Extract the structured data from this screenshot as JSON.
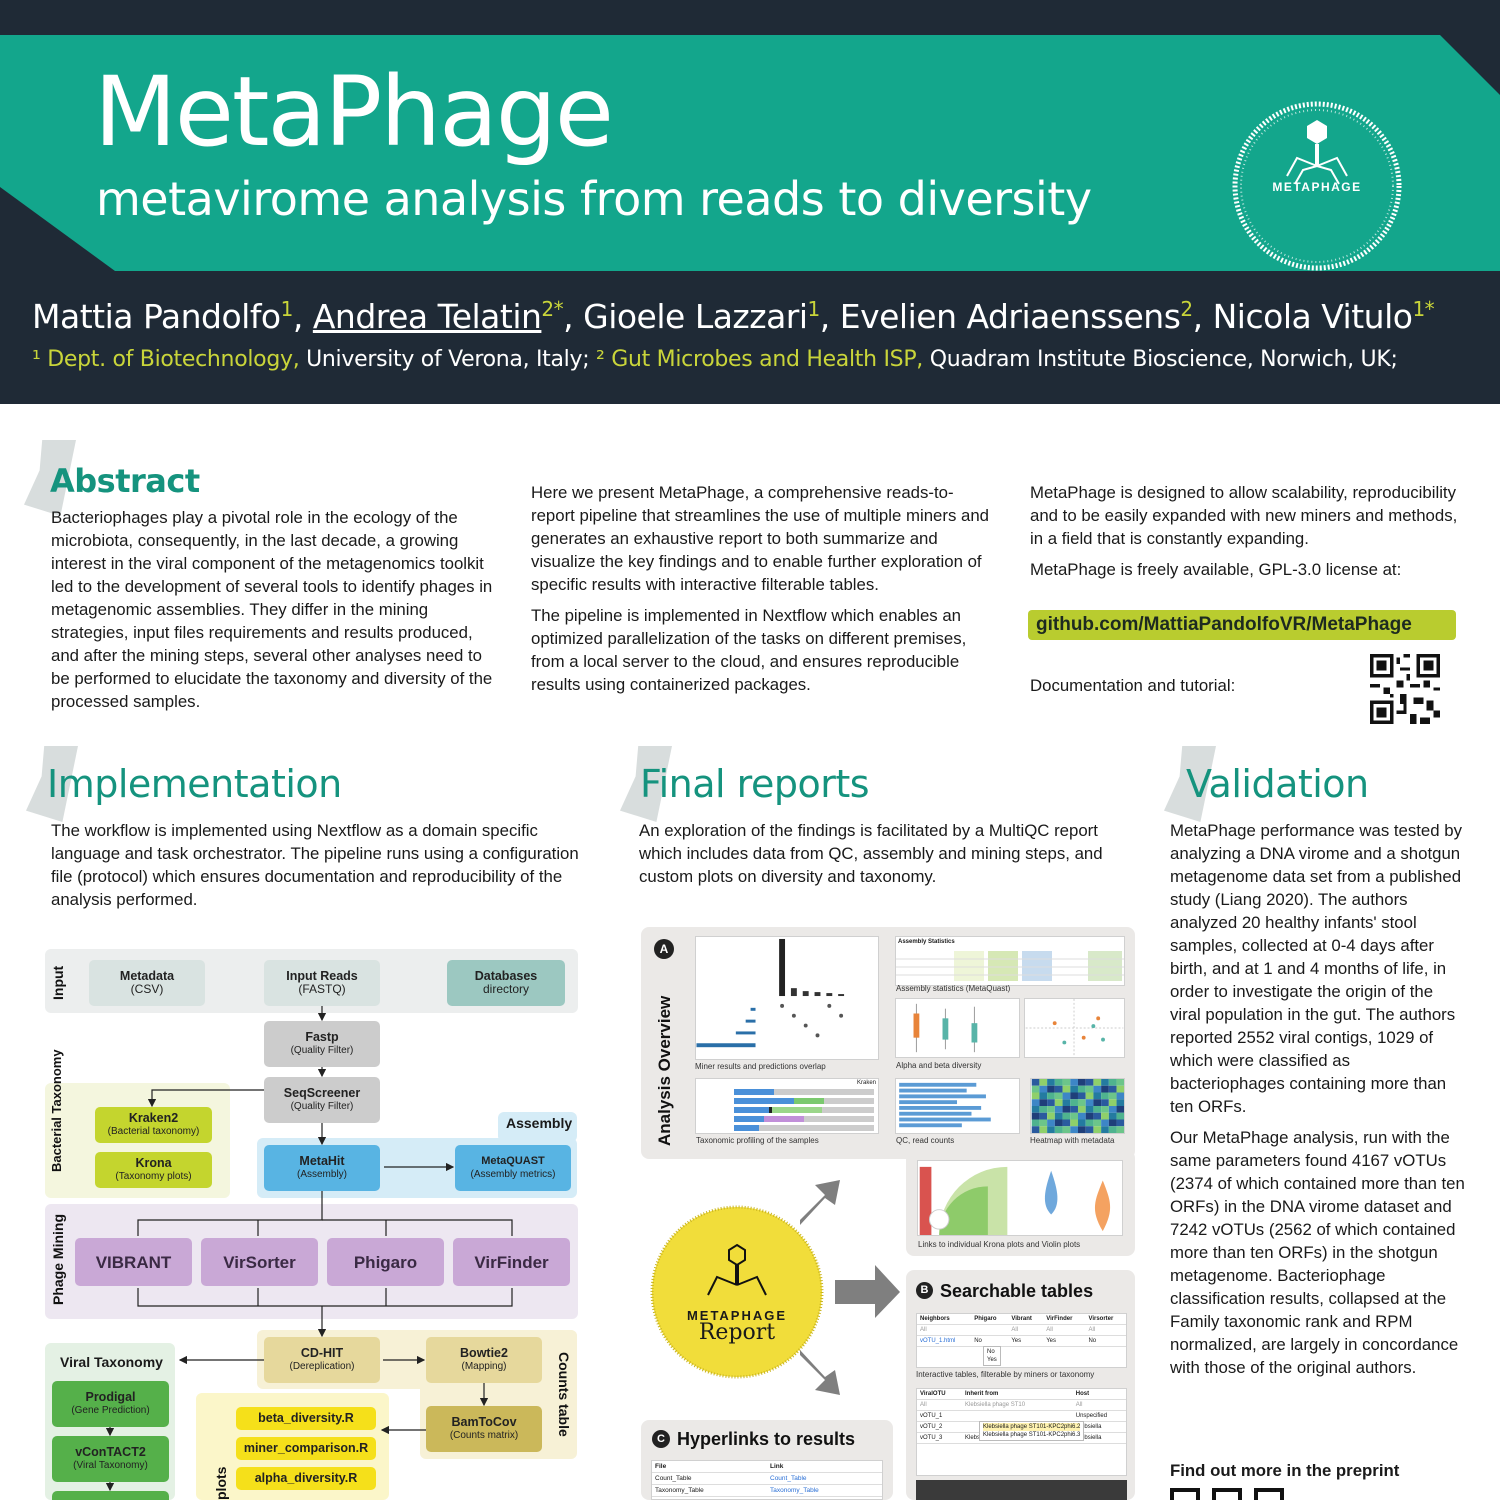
{
  "header": {
    "title": "MetaPhage",
    "subtitle": "metavirome analysis from reads to diversity",
    "logo_text": "METAPHAGE",
    "authors": [
      {
        "name": "Mattia Pandolfo",
        "sup": "1",
        "sep": ", "
      },
      {
        "name": "Andrea Telatin",
        "sup": "2*",
        "sep": ", "
      },
      {
        "name": "Gioele Lazzari",
        "sup": "1",
        "sep": ", "
      },
      {
        "name": "Evelien Adriaenssens",
        "sup": "2",
        "sep": ", "
      },
      {
        "name": "Nicola Vitulo",
        "sup": "1*",
        "sep": ""
      }
    ],
    "affiliations": {
      "a1_num": "¹",
      "a1_dept": "Dept. of Biotechnology,",
      "a1_inst": "University of Verona, Italy;",
      "a2_num": "²",
      "a2_dept": "Gut Microbes and Health ISP,",
      "a2_inst": "Quadram Institute Bioscience, Norwich, UK;"
    }
  },
  "abstract": {
    "heading": "Abstract",
    "col1": "Bacteriophages play a pivotal role in the ecology of the microbiota, consequently, in the last decade, a growing interest in the viral component of the metagenomics toolkit led to the development of several tools to identify phages in metagenomic assemblies. They differ in the mining strategies, input files requirements and results produced, and after the mining steps, several other analyses need to be performed to elucidate the taxonomy and diversity of the processed samples.",
    "col2_p1": "Here we present MetaPhage, a comprehensive reads-to-report pipeline that streamlines the use of multiple miners and generates an exhaustive report to both summarize and visualize the key findings and to enable further exploration of specific results with interactive filterable tables.",
    "col2_p2": "The pipeline is implemented in Nextflow which enables an optimized parallelization of the tasks on different premises, from a local server to the cloud, and ensures reproducible results using containerized packages.",
    "col3_p1": "MetaPhage is designed to allow scalability, reproducibility and to be easily expanded with new miners and methods, in a field that is constantly expanding.",
    "col3_p2": "MetaPhage is freely available, GPL-3.0 license at:",
    "github": "github.com/MattiaPandolfoVR/MetaPhage",
    "doc_label": "Documentation and tutorial:"
  },
  "implementation": {
    "heading": "Implementation",
    "text": "The workflow is implemented using Nextflow as a domain specific language and task orchestrator. The pipeline runs using a configuration file (protocol) which ensures documentation and reproducibility of the analysis performed."
  },
  "flowchart": {
    "input_label": "Input",
    "metadata": {
      "title": "Metadata",
      "sub": "(CSV)"
    },
    "reads": {
      "title": "Input Reads",
      "sub": "(FASTQ)"
    },
    "databases": {
      "title": "Databases",
      "sub": "directory"
    },
    "fastp": {
      "title": "Fastp",
      "sub": "(Quality Filter)"
    },
    "seqscreener": {
      "title": "SeqScreener",
      "sub": "(Quality Filter)"
    },
    "bact_tax_label": "Bacterial Taxonomy",
    "kraken2": {
      "title": "Kraken2",
      "sub": "(Bacterial taxonomy)"
    },
    "krona": {
      "title": "Krona",
      "sub": "(Taxonomy plots)"
    },
    "assembly_label": "Assembly",
    "metahit": {
      "title": "MetaHit",
      "sub": "(Assembly)"
    },
    "metaquast": {
      "title": "MetaQUAST",
      "sub": "(Assembly metrics)"
    },
    "phage_mining_label": "Phage Mining",
    "miners": [
      "VIBRANT",
      "VirSorter",
      "Phigaro",
      "VirFinder"
    ],
    "viral_tax_label": "Viral Taxonomy",
    "prodigal": {
      "title": "Prodigal",
      "sub": "(Gene Prediction)"
    },
    "vcontact2": {
      "title": "vConTACT2",
      "sub": "(Viral Taxonomy)"
    },
    "cdhit": {
      "title": "CD-HIT",
      "sub": "(Dereplication)"
    },
    "bowtie2": {
      "title": "Bowtie2",
      "sub": "(Mapping)"
    },
    "counts_label": "Counts table",
    "bamtocov": {
      "title": "BamToCov",
      "sub": "(Counts matrix)"
    },
    "scripts": [
      "beta_diversity.R",
      "miner_comparison.R",
      "alpha_diversity.R"
    ],
    "plots_label": "plots"
  },
  "final_reports": {
    "heading": "Final reports",
    "text": "An exploration of the findings is facilitated by a MultiQC report which includes data from QC, assembly and mining steps, and custom plots on diversity and taxonomy.",
    "panel_a_label": "A",
    "panel_a_title": "Analysis Overview",
    "captions": {
      "miner": "Miner results and predictions overlap",
      "assembly": "Assembly statistics (MetaQuast)",
      "alpha_beta": "Alpha and beta diversity",
      "taxonomic": "Taxonomic profiling of the samples",
      "qc": "QC, read counts",
      "heatmap": "Heatmap with metadata",
      "krona": "Links to individual Krona plots and Violin plots",
      "interactive": "Interactive tables, filterable by miners or taxonomy"
    },
    "assembly_table_title": "Assembly Statistics",
    "kraken_label": "Kraken",
    "report_logo": "METAPHAGE",
    "report_word": "Report",
    "panel_b_label": "B",
    "panel_b_title": "Searchable tables",
    "table_b1_headers": [
      "Neighbors",
      "Phigaro",
      "Vibrant",
      "VirFinder",
      "Virsorter"
    ],
    "table_b1_filters": [
      "All",
      "",
      "All",
      "All",
      "All"
    ],
    "table_b1_row": [
      "vOTU_1.html",
      "No",
      "Yes",
      "Yes",
      "No"
    ],
    "table_b1_dropdown": [
      "No",
      "Yes"
    ],
    "table_b2_headers": [
      "ViralOTU",
      "Inherit from",
      "Host"
    ],
    "table_b2_filters": [
      "All",
      "Klebsiella phage ST10",
      "All"
    ],
    "table_b2_rows": [
      [
        "vOTU_1",
        "",
        "Unspecified"
      ],
      [
        "vOTU_2",
        "",
        "Klebsiella"
      ],
      [
        "vOTU_3",
        "Klebsiella phage vB_KpnM",
        "Klebsiella"
      ]
    ],
    "table_b2_dropdown": [
      "Klebsiella phage ST101-KPC2phi6.2",
      "Klebsiella phage ST101-KPC2phi6.3"
    ],
    "panel_c_label": "C",
    "panel_c_title": "Hyperlinks to results",
    "table_c_headers": [
      "File",
      "Link"
    ],
    "table_c_rows": [
      [
        "Count_Table",
        "Count_Table"
      ],
      [
        "Taxonomy_Table",
        "Taxonomy_Table"
      ]
    ]
  },
  "validation": {
    "heading": "Validation",
    "p1": "MetaPhage performance was tested by analyzing a DNA virome and a shotgun metagenome data set from a published study (Liang 2020). The authors analyzed 20 healthy infants' stool samples, collected at 0-4 days after birth, and at 1 and 4 months of life, in order to investigate the origin of the viral population in the gut. The authors reported 2552 viral contigs, 1029 of which were classified as bacteriophages containing more than ten ORFs.",
    "p2": "Our MetaPhage analysis, run with the same parameters found 4167 vOTUs (2374 of which contained more than ten ORFs) in the DNA virome dataset and 7242 vOTUs (2562 of which contained more than ten ORFs) in the shotgun metagenome. Bacteriophage classification results, collapsed at the Family taxonomic rank and RPM normalized, are largely in concordance with those of the original authors.",
    "preprint": "Find out more in the preprint"
  },
  "colors": {
    "teal": "#13a68c",
    "navy": "#1f2a36",
    "lime": "#c9d53a"
  }
}
